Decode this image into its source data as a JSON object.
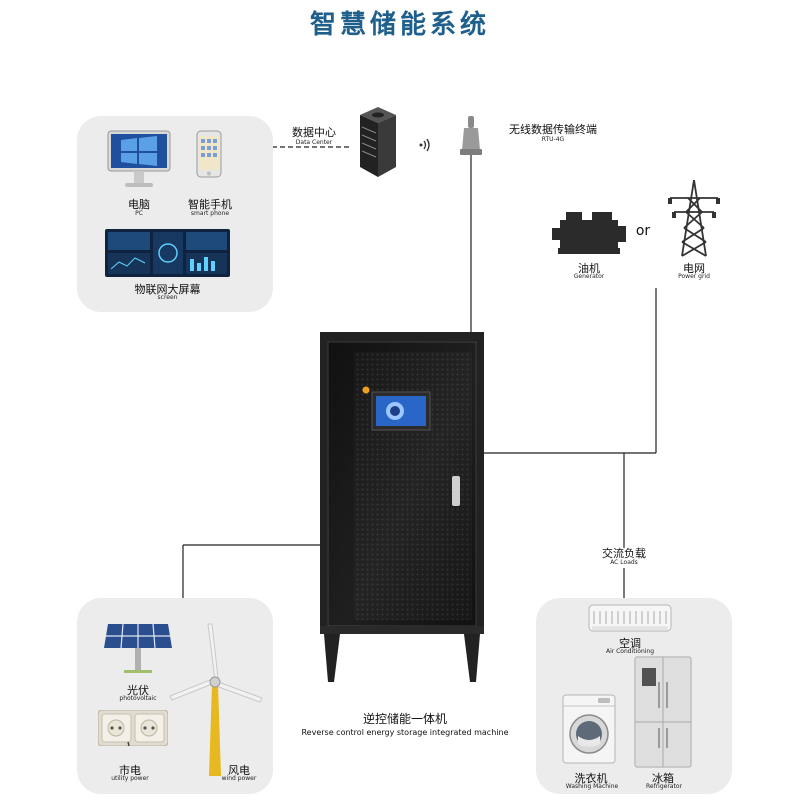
{
  "title": "智慧储能系统",
  "devices_panel": {
    "pc": {
      "cn": "电脑",
      "en": "PC"
    },
    "phone": {
      "cn": "智能手机",
      "en": "smart phone"
    },
    "screen": {
      "cn": "物联网大屏幕",
      "en": "screen"
    }
  },
  "data_center": {
    "cn": "数据中心",
    "en": "Data Center"
  },
  "rtu": {
    "cn": "无线数据传输终端",
    "en": "RTU-4G"
  },
  "generator": {
    "cn": "油机",
    "en": "Generator"
  },
  "or_text": "or",
  "power_grid": {
    "cn": "电网",
    "en": "Power grid"
  },
  "machine": {
    "cn": "逆控储能一体机",
    "en": "Reverse control energy storage integrated machine"
  },
  "ac_loads": {
    "cn": "交流负载",
    "en": "AC Loads"
  },
  "sources_panel": {
    "pv": {
      "cn": "光伏",
      "en": "photovoltaic"
    },
    "utility": {
      "cn": "市电",
      "en": "utility power"
    },
    "wind": {
      "cn": "风电",
      "en": "wind power"
    }
  },
  "loads_panel": {
    "aircon": {
      "cn": "空调",
      "en": "Air Conditioning"
    },
    "washer": {
      "cn": "洗衣机",
      "en": "Washing Machine"
    },
    "fridge": {
      "cn": "冰箱",
      "en": "Refrigerator"
    }
  },
  "colors": {
    "title": "#1f5f8c",
    "panel": "#ececec",
    "cabinet": "#1b1b1b"
  }
}
